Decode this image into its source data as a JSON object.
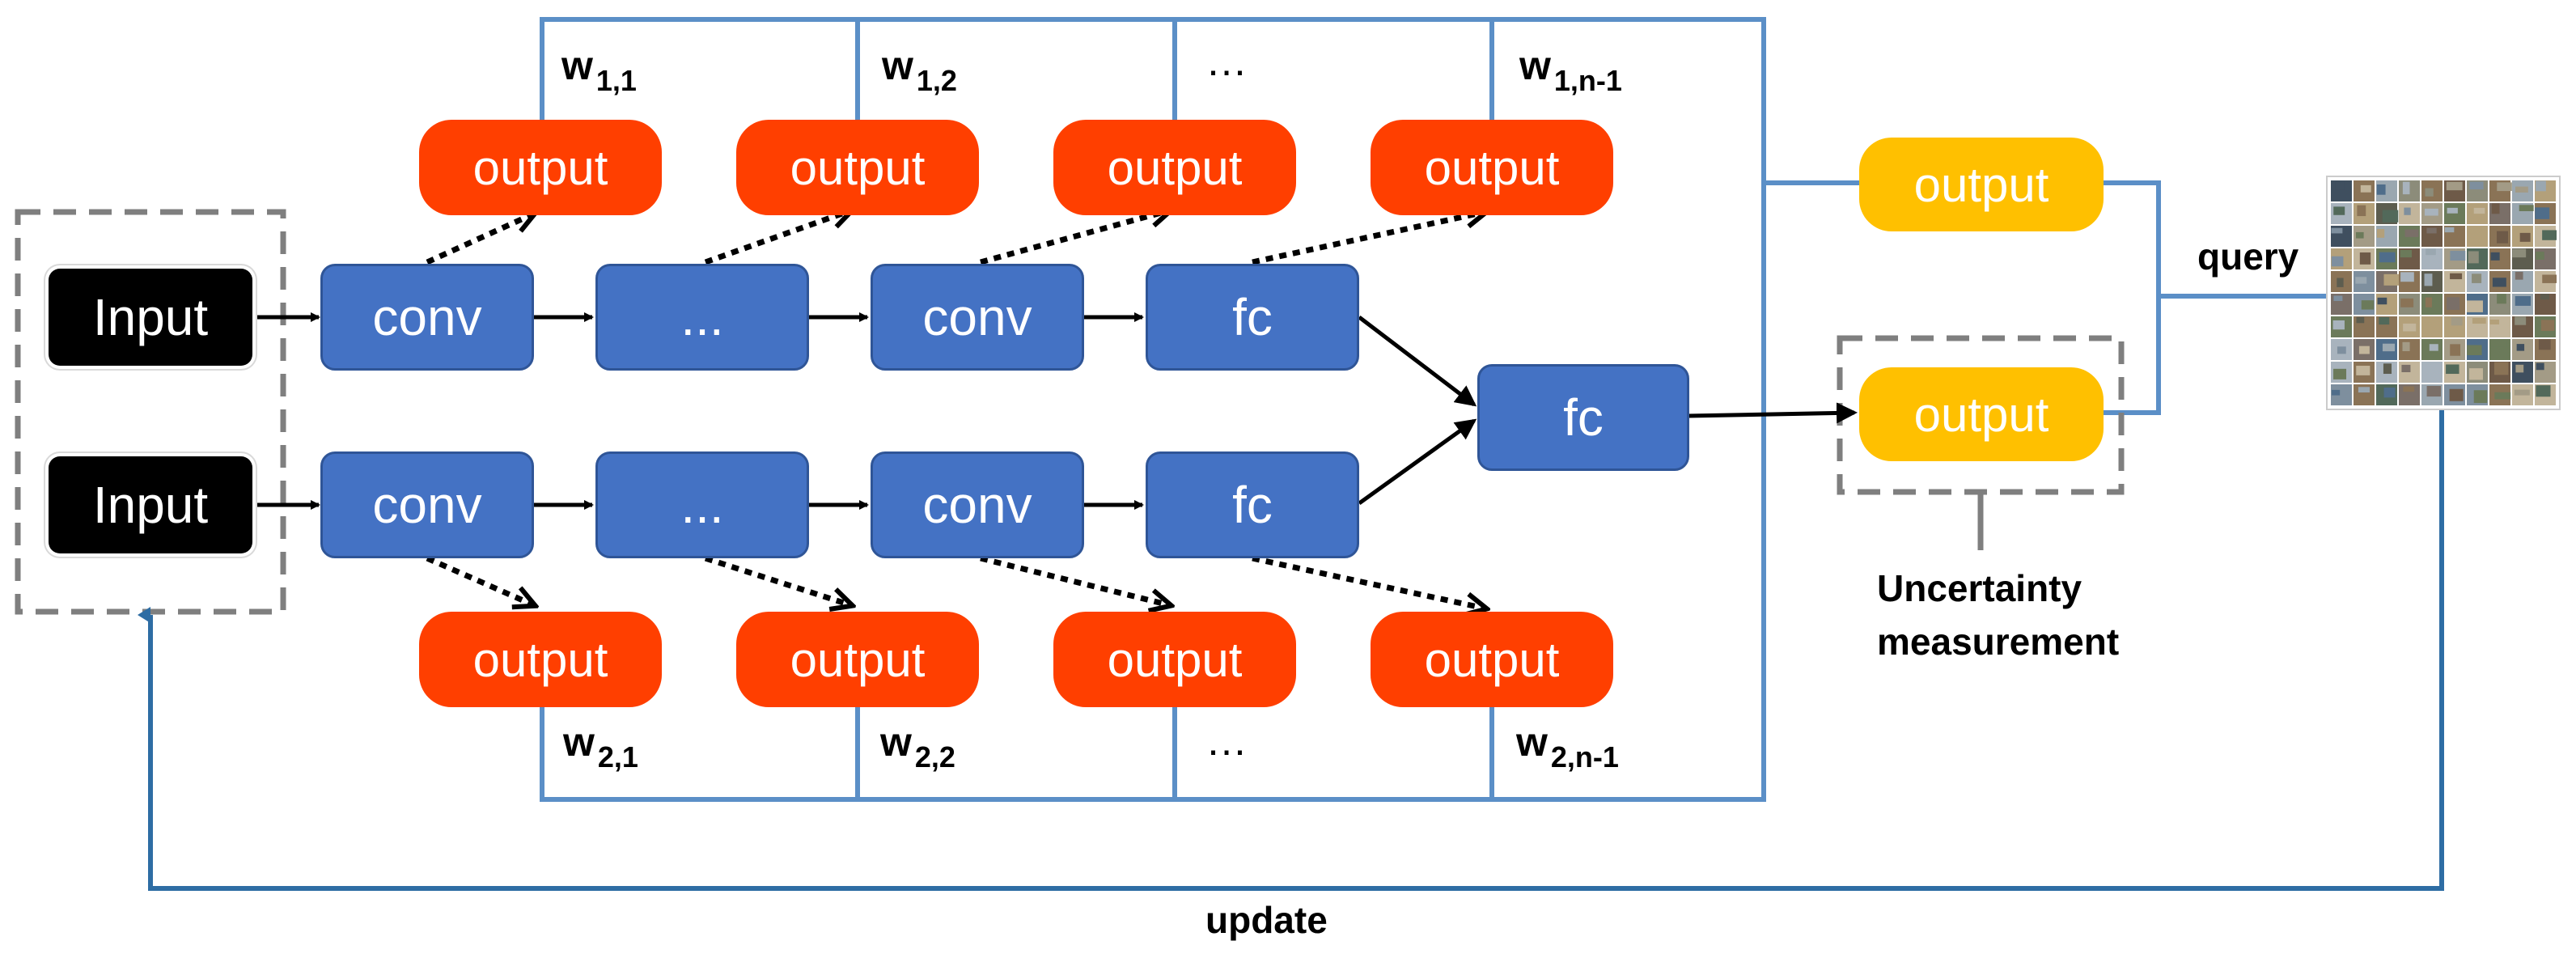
{
  "input_boxes": [
    {
      "label": "Input"
    },
    {
      "label": "Input"
    }
  ],
  "row1": [
    "conv",
    "...",
    "conv",
    "fc"
  ],
  "row2": [
    "conv",
    "...",
    "conv",
    "fc"
  ],
  "merge_fc": "fc",
  "side_outputs_top": [
    "output",
    "output",
    "output",
    "output"
  ],
  "side_outputs_bottom": [
    "output",
    "output",
    "output",
    "output"
  ],
  "final_outputs": [
    "output",
    "output"
  ],
  "weights_top": [
    {
      "w": "w",
      "sub": "1,1"
    },
    {
      "w": "w",
      "sub": "1,2"
    },
    {
      "dots": "…"
    },
    {
      "w": "w",
      "sub": "1,n-1"
    }
  ],
  "weights_bottom": [
    {
      "w": "w",
      "sub": "2,1"
    },
    {
      "w": "w",
      "sub": "2,2"
    },
    {
      "dots": "…"
    },
    {
      "w": "w",
      "sub": "2,n-1"
    }
  ],
  "labels": {
    "query": "query",
    "uncertainty_line1": "Uncertainty",
    "uncertainty_line2": "measurement",
    "update": "update"
  },
  "colors": {
    "blue_box": "#4472c4",
    "red_output": "#ff3f00",
    "yellow_output": "#ffc000",
    "connector": "#5b8fc7",
    "update_arrow": "#2e6da4",
    "dashed_border": "#7f7f7f"
  },
  "thumbnail_grid": {
    "rows": 10,
    "cols": 10
  }
}
